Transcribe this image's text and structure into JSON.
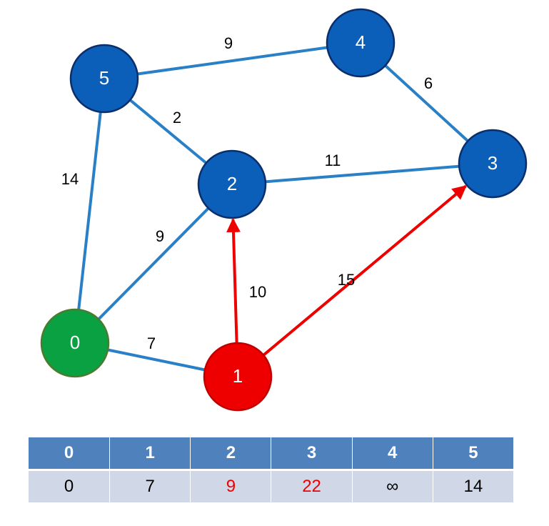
{
  "colors": {
    "node_blue": "#0b5fb8",
    "node_start": "#0aa142",
    "node_current": "#ef0000",
    "edge_blue": "#2a80c6",
    "edge_red": "#ef0000",
    "highlight_text": "#ef0000"
  },
  "graph": {
    "nodes": [
      {
        "id": "0",
        "label": "0",
        "state": "start"
      },
      {
        "id": "1",
        "label": "1",
        "state": "current"
      },
      {
        "id": "2",
        "label": "2",
        "state": "default"
      },
      {
        "id": "3",
        "label": "3",
        "state": "default"
      },
      {
        "id": "4",
        "label": "4",
        "state": "default"
      },
      {
        "id": "5",
        "label": "5",
        "state": "default"
      }
    ],
    "edges": [
      {
        "from": "5",
        "to": "4",
        "weight": "9",
        "state": "default"
      },
      {
        "from": "4",
        "to": "3",
        "weight": "6",
        "state": "default"
      },
      {
        "from": "5",
        "to": "2",
        "weight": "2",
        "state": "default"
      },
      {
        "from": "2",
        "to": "3",
        "weight": "11",
        "state": "default"
      },
      {
        "from": "5",
        "to": "0",
        "weight": "14",
        "state": "default"
      },
      {
        "from": "0",
        "to": "2",
        "weight": "9",
        "state": "default"
      },
      {
        "from": "0",
        "to": "1",
        "weight": "7",
        "state": "default"
      },
      {
        "from": "1",
        "to": "2",
        "weight": "10",
        "state": "relaxed"
      },
      {
        "from": "1",
        "to": "3",
        "weight": "15",
        "state": "relaxed"
      }
    ]
  },
  "distance_table": {
    "headers": [
      "0",
      "1",
      "2",
      "3",
      "4",
      "5"
    ],
    "values": [
      "0",
      "7",
      "9",
      "22",
      "∞",
      "14"
    ],
    "highlighted": [
      false,
      false,
      true,
      true,
      false,
      false
    ]
  }
}
